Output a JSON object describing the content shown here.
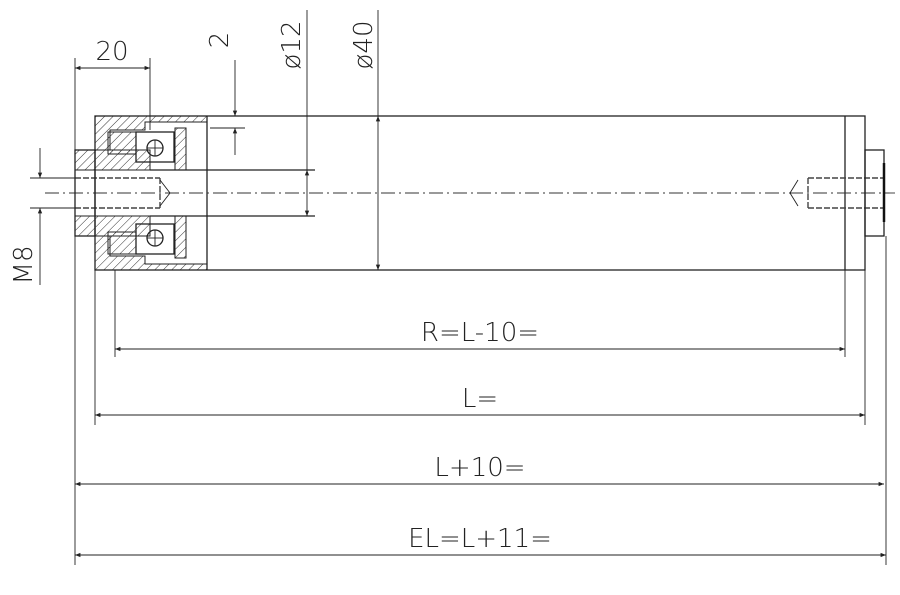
{
  "drawing": {
    "title": "Conveyor roller dimension drawing",
    "dimensions": {
      "flange_width": "20",
      "gap": "2",
      "shaft_diameter": "ø12",
      "tube_diameter": "ø40",
      "thread": "M8",
      "roller_length": "R=L-10=",
      "length": "L=",
      "length_plus_10": "L+10=",
      "overall_length": "EL=L+11="
    }
  }
}
